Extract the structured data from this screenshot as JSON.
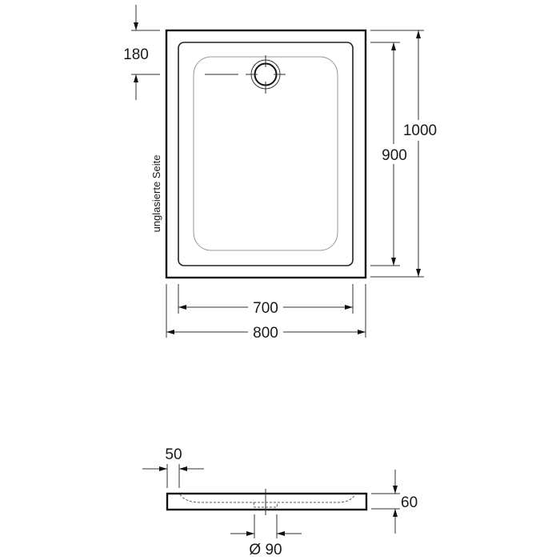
{
  "drawing": {
    "subject": "shower tray technical drawing",
    "top_view": {
      "dimensions": {
        "drain_offset": "180",
        "outer_length": "1000",
        "inner_length": "900",
        "inner_width": "700",
        "outer_width": "800"
      },
      "side_label": "unglasierte Seite"
    },
    "side_view": {
      "dimensions": {
        "rim_width": "50",
        "height": "60",
        "drain_diameter": "Ø 90"
      }
    }
  }
}
